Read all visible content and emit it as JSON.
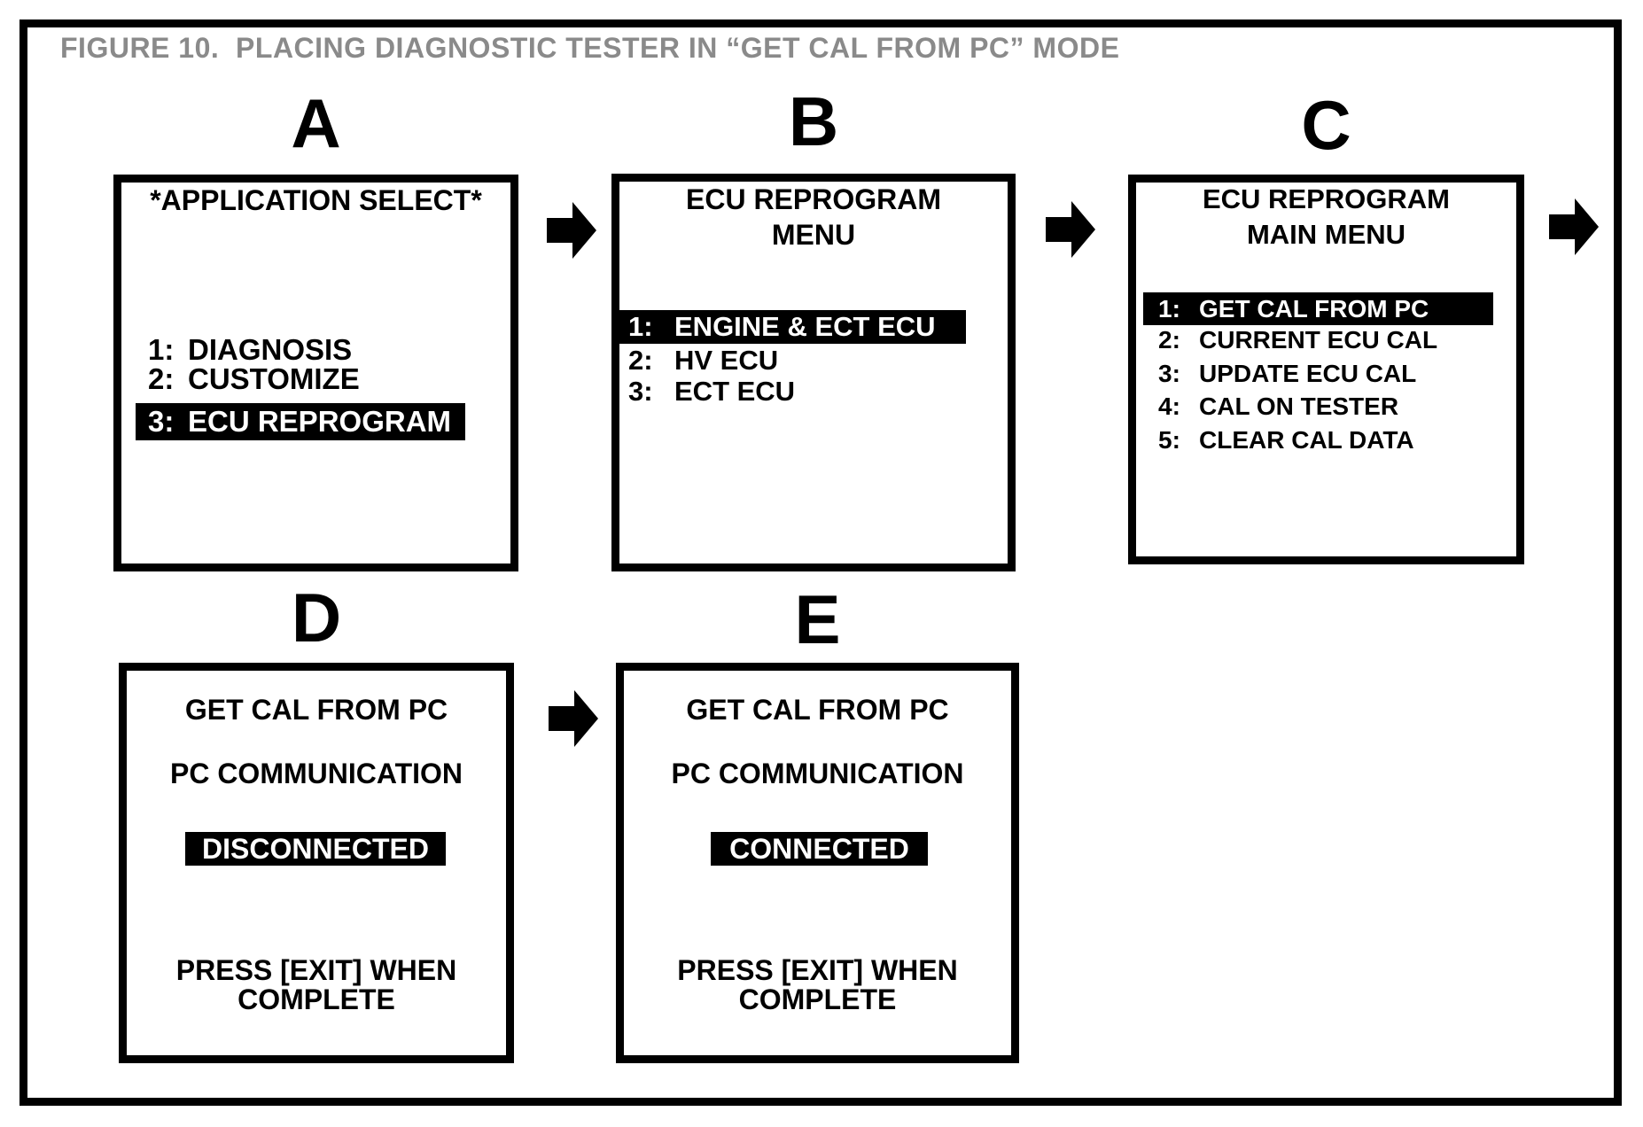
{
  "figure": {
    "title": "FIGURE 10.  PLACING DIAGNOSTIC TESTER IN “GET CAL FROM PC” MODE"
  },
  "colors": {
    "line_black": "#000000",
    "screen_bg": "#ffffff",
    "highlight_bg": "#000000",
    "highlight_text": "#ffffff",
    "figure_title_gray": "#8a8a8a"
  },
  "icons": {
    "flow_arrow": "arrow-right"
  },
  "screens": {
    "a": {
      "label": "A",
      "title": "*APPLICATION SELECT*",
      "items": [
        {
          "num": "1:",
          "label": "DIAGNOSIS",
          "highlighted": false
        },
        {
          "num": "2:",
          "label": "CUSTOMIZE",
          "highlighted": false
        },
        {
          "num": "3:",
          "label": "ECU REPROGRAM",
          "highlighted": true
        }
      ]
    },
    "b": {
      "label": "B",
      "title_line1": "ECU REPROGRAM",
      "title_line2": "MENU",
      "items": [
        {
          "num": "1:",
          "label": "ENGINE & ECT ECU",
          "highlighted": true
        },
        {
          "num": "2:",
          "label": "HV ECU",
          "highlighted": false
        },
        {
          "num": "3:",
          "label": "ECT ECU",
          "highlighted": false
        }
      ]
    },
    "c": {
      "label": "C",
      "title_line1": "ECU REPROGRAM",
      "title_line2": "MAIN MENU",
      "items": [
        {
          "num": "1:",
          "label": "GET CAL FROM PC",
          "highlighted": true
        },
        {
          "num": "2:",
          "label": "CURRENT ECU CAL",
          "highlighted": false
        },
        {
          "num": "3:",
          "label": "UPDATE ECU CAL",
          "highlighted": false
        },
        {
          "num": "4:",
          "label": "CAL ON TESTER",
          "highlighted": false
        },
        {
          "num": "5:",
          "label": "CLEAR CAL DATA",
          "highlighted": false
        }
      ]
    },
    "d": {
      "label": "D",
      "line1": "GET CAL FROM PC",
      "line2": "PC COMMUNICATION",
      "status": "DISCONNECTED",
      "status_highlighted": true,
      "footer_line1": "PRESS [EXIT] WHEN",
      "footer_line2": "COMPLETE"
    },
    "e": {
      "label": "E",
      "line1": "GET CAL FROM PC",
      "line2": "PC COMMUNICATION",
      "status": "CONNECTED",
      "status_highlighted": true,
      "footer_line1": "PRESS [EXIT] WHEN",
      "footer_line2": "COMPLETE"
    }
  }
}
